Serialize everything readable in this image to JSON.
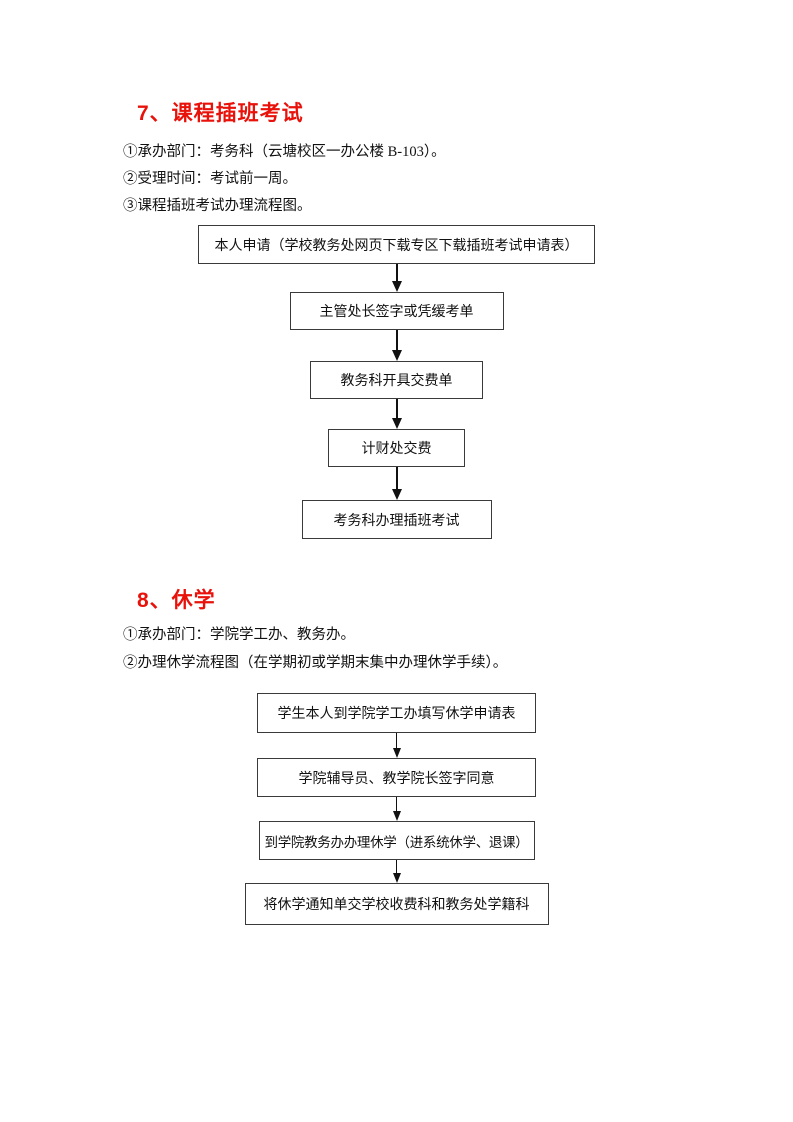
{
  "document": {
    "accent_color": "#e8120b",
    "box_border_color": "#3a3a3a",
    "sections": [
      {
        "heading": "7、课程插班考试",
        "paragraphs": [
          "①承办部门：考务科（云塘校区一办公楼 B-103）。",
          "②受理时间：考试前一周。",
          "③课程插班考试办理流程图。"
        ],
        "flow_steps": [
          "本人申请（学校教务处网页下载专区下载插班考试申请表）",
          "主管处长签字或凭缓考单",
          "教务科开具交费单",
          "计财处交费",
          "考务科办理插班考试"
        ]
      },
      {
        "heading": "8、休学",
        "paragraphs": [
          "①承办部门：学院学工办、教务办。",
          "②办理休学流程图（在学期初或学期末集中办理休学手续）。"
        ],
        "flow_steps": [
          "学生本人到学院学工办填写休学申请表",
          "学院辅导员、教学院长签字同意",
          "到学院教务办办理休学（进系统休学、退课）",
          "将休学通知单交学校收费科和教务处学籍科"
        ]
      }
    ]
  }
}
